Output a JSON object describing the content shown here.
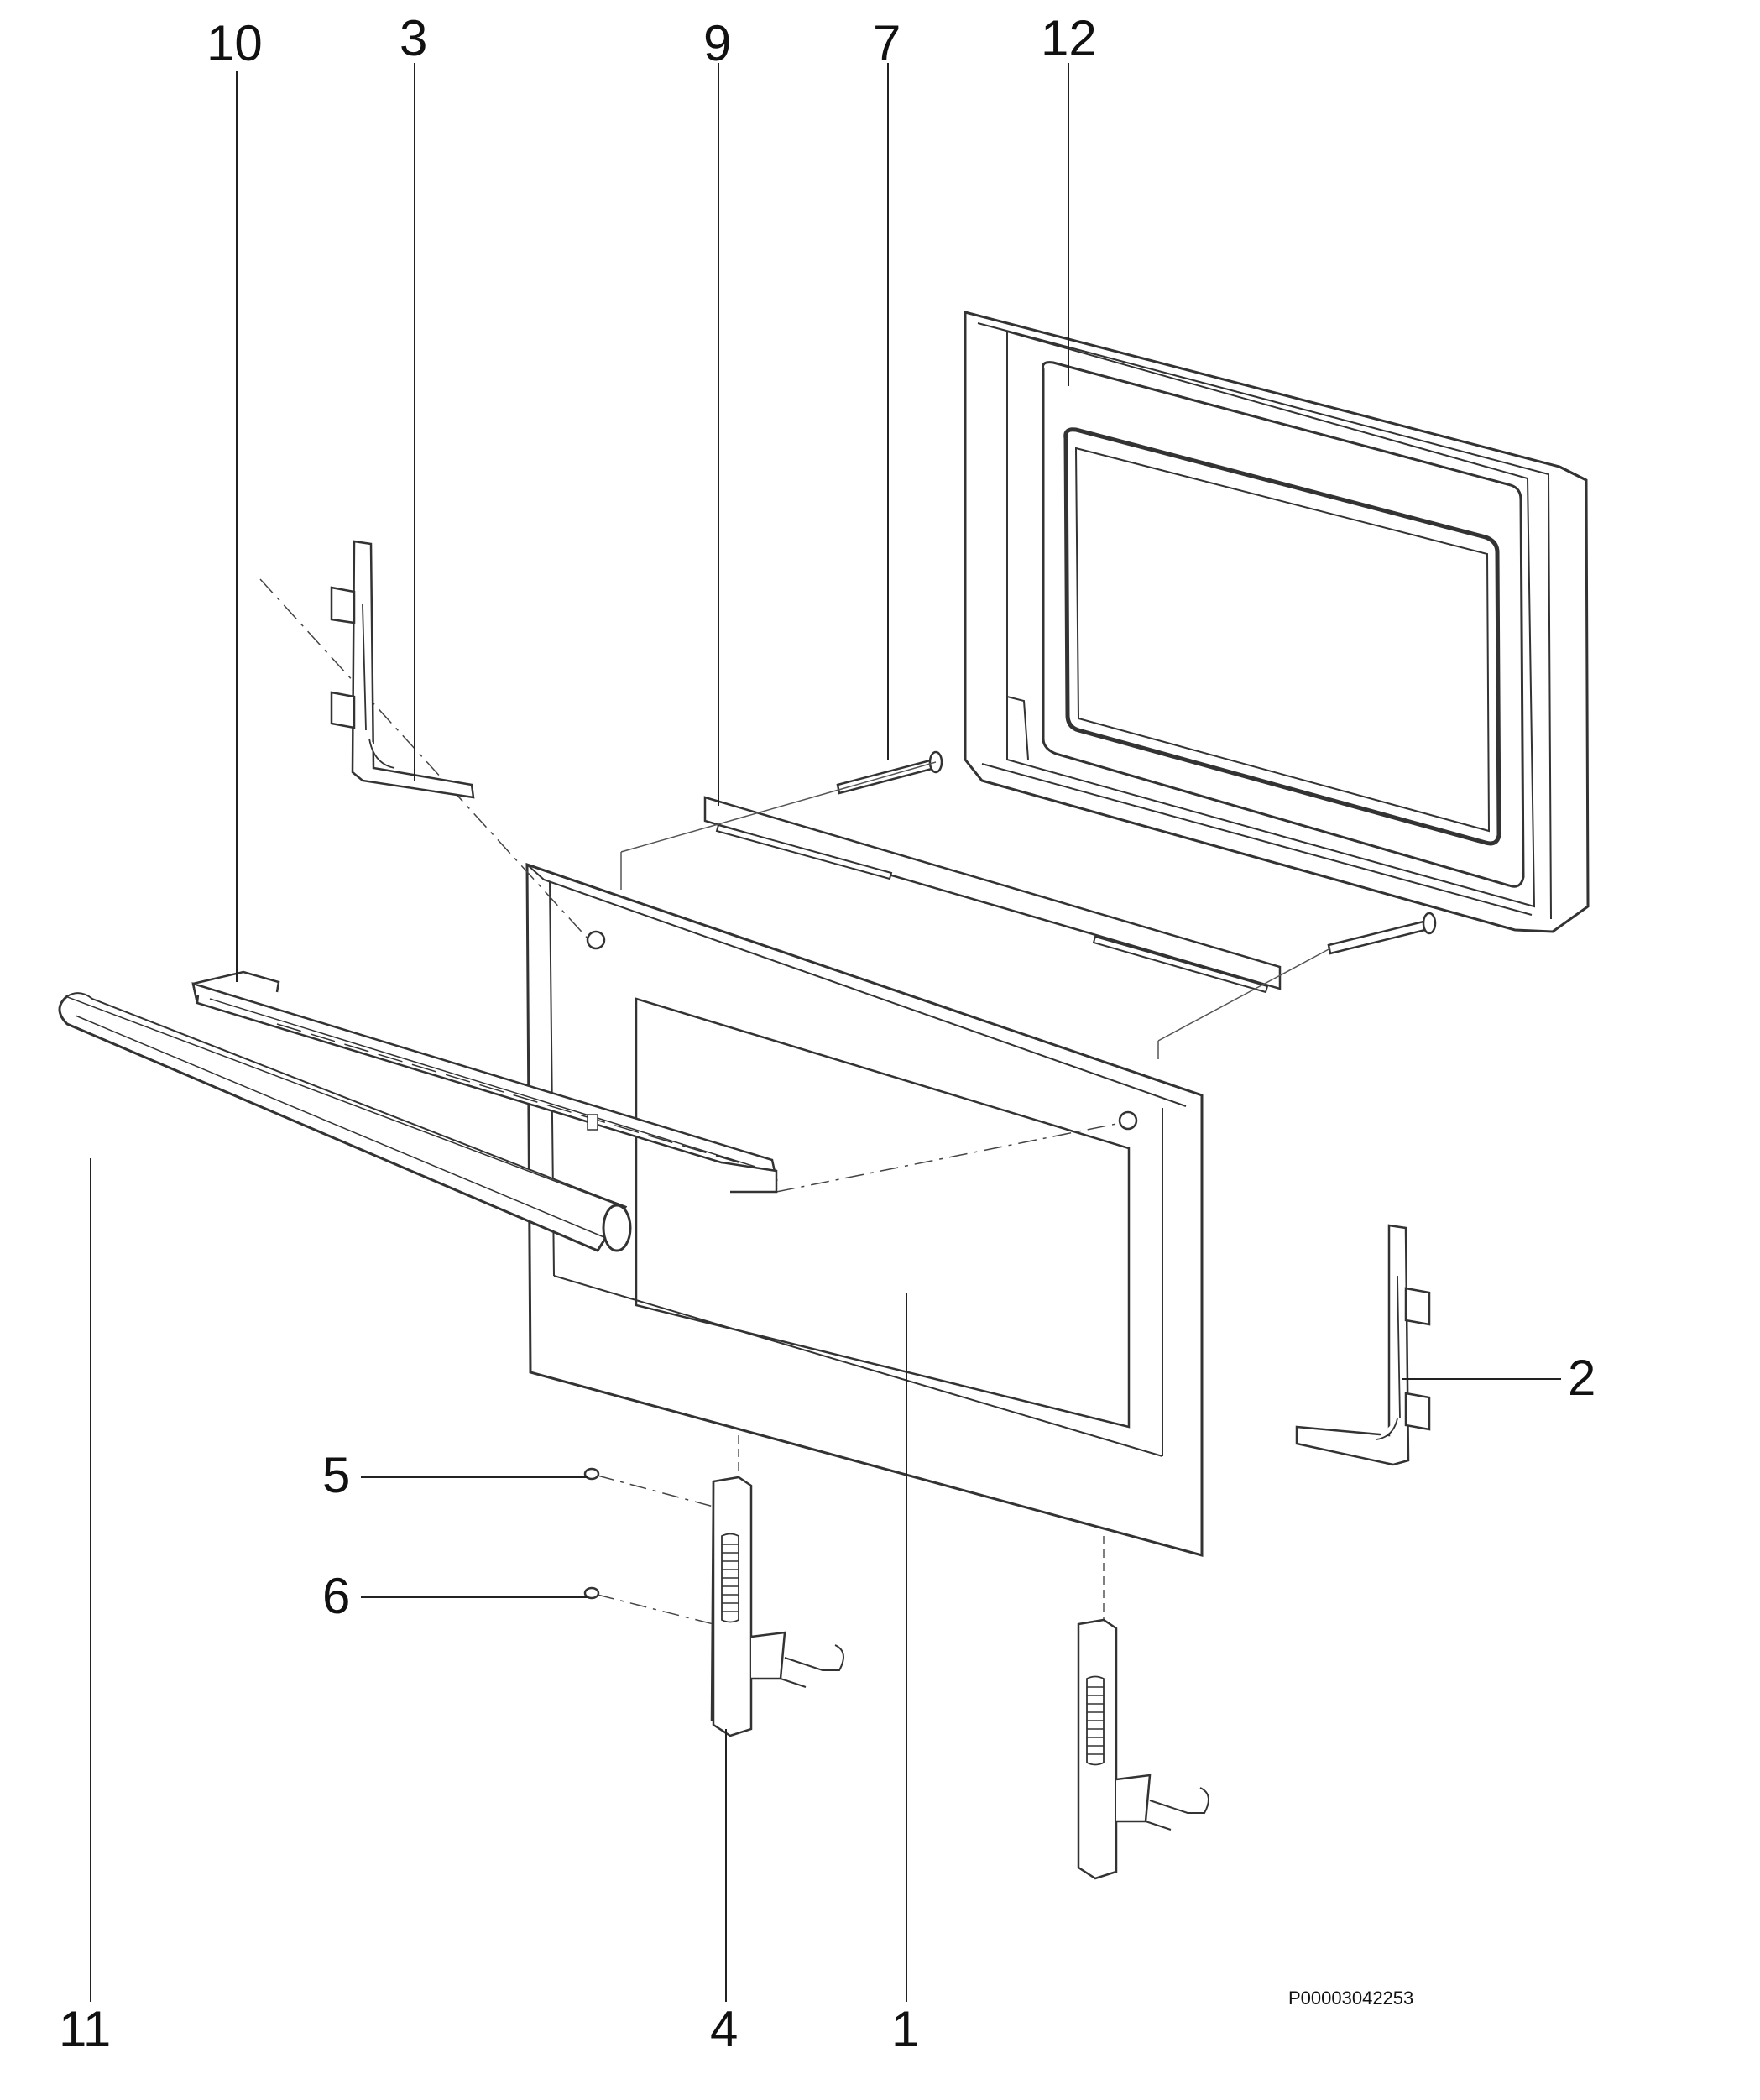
{
  "callouts": {
    "c1": "1",
    "c2": "2",
    "c3": "3",
    "c4": "4",
    "c5": "5",
    "c6": "6",
    "c7": "7",
    "c9": "9",
    "c10": "10",
    "c11": "11",
    "c12": "12"
  },
  "reference_code": "P00003042253",
  "colors": {
    "line": "#333333",
    "light": "#888888"
  }
}
